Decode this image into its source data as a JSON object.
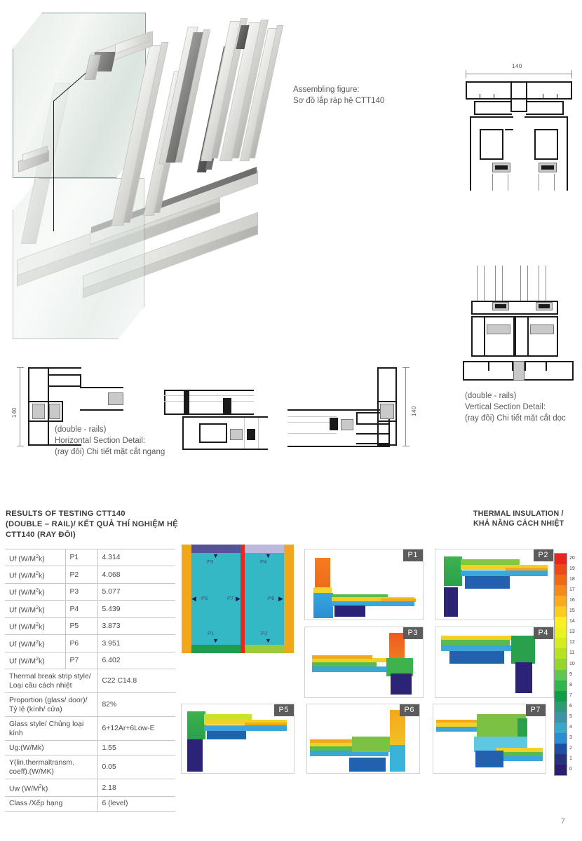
{
  "document": {
    "page_number": "7"
  },
  "assembly": {
    "caption_line1": "Assembling figure:",
    "caption_line2": "Sơ đồ lắp ráp hệ CTT140"
  },
  "drawings": {
    "top_right_dimension": "140",
    "horizontal_dimension_left": "140",
    "horizontal_dimension_right": "140",
    "horizontal_caption": {
      "line1": "(double - rails)",
      "line2": "Horizontal Section Detail:",
      "line3": "(ray đôi) Chi tiết mặt cắt ngang"
    },
    "vertical_caption": {
      "line1": "(double - rails)",
      "line2": "Vertical Section Detail:",
      "line3": "(ray đôi) Chi tiết mặt cắt dọc"
    }
  },
  "results": {
    "heading_line1": "RESULTS OF TESTING CTT140",
    "heading_line2": "(DOUBLE – RAIL)/ KẾT QUẢ THÍ NGHIỆM HỆ",
    "heading_line3": "CTT140 (RAY ĐÔI)",
    "insulation_heading_line1": "THERMAL INSULATION /",
    "insulation_heading_line2": "KHẢ NĂNG CÁCH NHIỆT",
    "rows": [
      {
        "label": "Uf (W/M",
        "sup": "2",
        "label_tail": "k)",
        "point": "P1",
        "value": "4.314"
      },
      {
        "label": "Uf (W/M",
        "sup": "2",
        "label_tail": "k)",
        "point": "P2",
        "value": "4.068"
      },
      {
        "label": "Uf (W/M",
        "sup": "2",
        "label_tail": "k)",
        "point": "P3",
        "value": "5.077"
      },
      {
        "label": "Uf (W/M",
        "sup": "2",
        "label_tail": "k)",
        "point": "P4",
        "value": "5.439"
      },
      {
        "label": "Uf (W/M",
        "sup": "2",
        "label_tail": "k)",
        "point": "P5",
        "value": "3.873"
      },
      {
        "label": "Uf (W/M",
        "sup": "2",
        "label_tail": "k)",
        "point": "P6",
        "value": "3.951"
      },
      {
        "label": "Uf (W/M",
        "sup": "2",
        "label_tail": "k)",
        "point": "P7",
        "value": "6.402"
      }
    ],
    "extra_rows": [
      {
        "label": "Thermal break strip style/ Loại cầu cách nhiệt",
        "value": "C22  C14.8"
      },
      {
        "label": "Proportion (glass/ door)/ Tỷ lệ (kính/ cửa)",
        "value": "82%"
      },
      {
        "label": "Glass style/ Chủng loại kính",
        "value": "6+12Ar+6Low-E"
      },
      {
        "label": "Ug:(W/Mk)",
        "value": "1.55"
      },
      {
        "label": "Y(lin.thermaltransm. coeff).(W/MK)",
        "value": "0.05"
      },
      {
        "label": "Uw (W/M",
        "sup": "2",
        "label_tail": "k)",
        "value": "2.18"
      },
      {
        "label": "Class /Xếp hạng",
        "value": "6 (level)"
      }
    ]
  },
  "panel_schematic": {
    "labels": [
      "P1",
      "P2",
      "P3",
      "P4",
      "P5",
      "P6",
      "P7"
    ]
  },
  "thermal_cards": [
    {
      "id": "P1"
    },
    {
      "id": "P2"
    },
    {
      "id": "P3"
    },
    {
      "id": "P4"
    },
    {
      "id": "P5"
    },
    {
      "id": "P6"
    },
    {
      "id": "P7"
    }
  ],
  "chart_data": {
    "type": "heatmap",
    "title": "THERMAL INSULATION / KHẢ NĂNG CÁCH NHIỆT",
    "colorbar": {
      "min": 0,
      "max": 20,
      "step": 1,
      "ticks": [
        20,
        19,
        18,
        17,
        16,
        15,
        14,
        13,
        12,
        11,
        10,
        9,
        8,
        7,
        6,
        5,
        4,
        3,
        2,
        1,
        0
      ],
      "colors": [
        "#e8261c",
        "#ec4a19",
        "#f06a16",
        "#f5891a",
        "#f9aa1d",
        "#fdcc20",
        "#feee23",
        "#eaf221",
        "#d3ed22",
        "#b6e224",
        "#95d62d",
        "#5fc653",
        "#2db54e",
        "#0f9e46",
        "#2e9a77",
        "#3d94a5",
        "#3aa7c9",
        "#2b8ed4",
        "#1f4fa0",
        "#28317e",
        "#2d1d70"
      ]
    },
    "measurements": {
      "series_name": "Uf (W/M²k)",
      "categories": [
        "P1",
        "P2",
        "P3",
        "P4",
        "P5",
        "P6",
        "P7"
      ],
      "values": [
        4.314,
        4.068,
        5.077,
        5.439,
        3.873,
        3.951,
        6.402
      ],
      "ylabel": "Uf (W/M²k)"
    },
    "summary_values": {
      "Ug (W/Mk)": 1.55,
      "Y lin.thermal transm. coeff (W/MK)": 0.05,
      "Uw (W/M²k)": 2.18,
      "Class": "6 (level)",
      "Glass proportion": "82%"
    }
  }
}
